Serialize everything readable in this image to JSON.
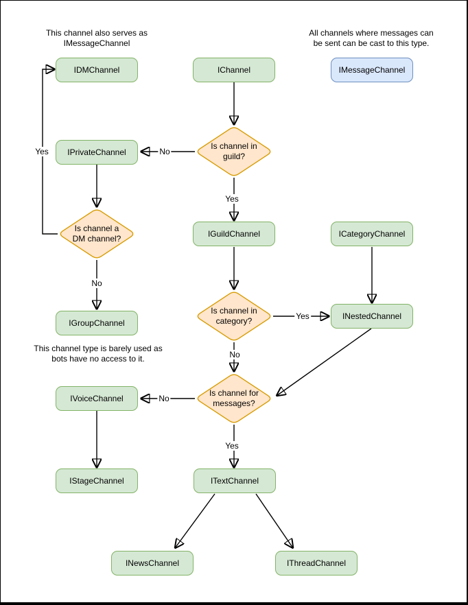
{
  "colors": {
    "class_fill": "#d5e8d4",
    "class_stroke": "#82b366",
    "castable_fill": "#dae8fc",
    "castable_stroke": "#6c8ebf",
    "decision_fill": "#ffe6cc",
    "decision_stroke": "#d79b00",
    "edge_color": "#000000",
    "text_color": "#000000"
  },
  "diagram": {
    "nodes": [
      {
        "id": "idmchannel",
        "label": "IDMChannel"
      },
      {
        "id": "ichannel",
        "label": "IChannel"
      },
      {
        "id": "imessagechannel",
        "label": "IMessageChannel"
      },
      {
        "id": "iprivatechannel",
        "label": "IPrivateChannel"
      },
      {
        "id": "iguildchannel",
        "label": "IGuildChannel"
      },
      {
        "id": "icategorychannel",
        "label": "ICategoryChannel"
      },
      {
        "id": "igroupchannel",
        "label": "IGroupChannel"
      },
      {
        "id": "inestedchannel",
        "label": "INestedChannel"
      },
      {
        "id": "ivoicechannel",
        "label": "IVoiceChannel"
      },
      {
        "id": "istagechannel",
        "label": "IStageChannel"
      },
      {
        "id": "itextchannel",
        "label": "ITextChannel"
      },
      {
        "id": "inewschannel",
        "label": "INewsChannel"
      },
      {
        "id": "ithreadchannel",
        "label": "IThreadChannel"
      }
    ],
    "decisions": [
      {
        "id": "guild",
        "label": "Is channel in guild?",
        "lines": [
          "Is channel in",
          "guild?"
        ]
      },
      {
        "id": "dm",
        "label": "Is channel a DM channel?",
        "lines": [
          "Is channel a",
          "DM channel?"
        ]
      },
      {
        "id": "category",
        "label": "Is channel in category?",
        "lines": [
          "Is channel in",
          "category?"
        ]
      },
      {
        "id": "messages",
        "label": "Is channel for messages?",
        "lines": [
          "Is channel for",
          "messages?"
        ]
      }
    ],
    "edge_labels": [
      {
        "id": "guild-no",
        "text": "No"
      },
      {
        "id": "guild-yes",
        "text": "Yes"
      },
      {
        "id": "dm-yes",
        "text": "Yes"
      },
      {
        "id": "dm-no",
        "text": "No"
      },
      {
        "id": "category-yes",
        "text": "Yes"
      },
      {
        "id": "category-no",
        "text": "No"
      },
      {
        "id": "messages-no",
        "text": "No"
      },
      {
        "id": "messages-yes",
        "text": "Yes"
      }
    ],
    "annotations": [
      {
        "id": "dm-serves-note",
        "lines": [
          "This channel also serves as",
          "IMessageChannel"
        ]
      },
      {
        "id": "castable-note",
        "lines": [
          "All channels where messages can",
          "be sent can be cast to this type."
        ]
      },
      {
        "id": "group-usage-note",
        "lines": [
          "This channel type is barely used as",
          "bots have no access to it."
        ]
      }
    ]
  }
}
